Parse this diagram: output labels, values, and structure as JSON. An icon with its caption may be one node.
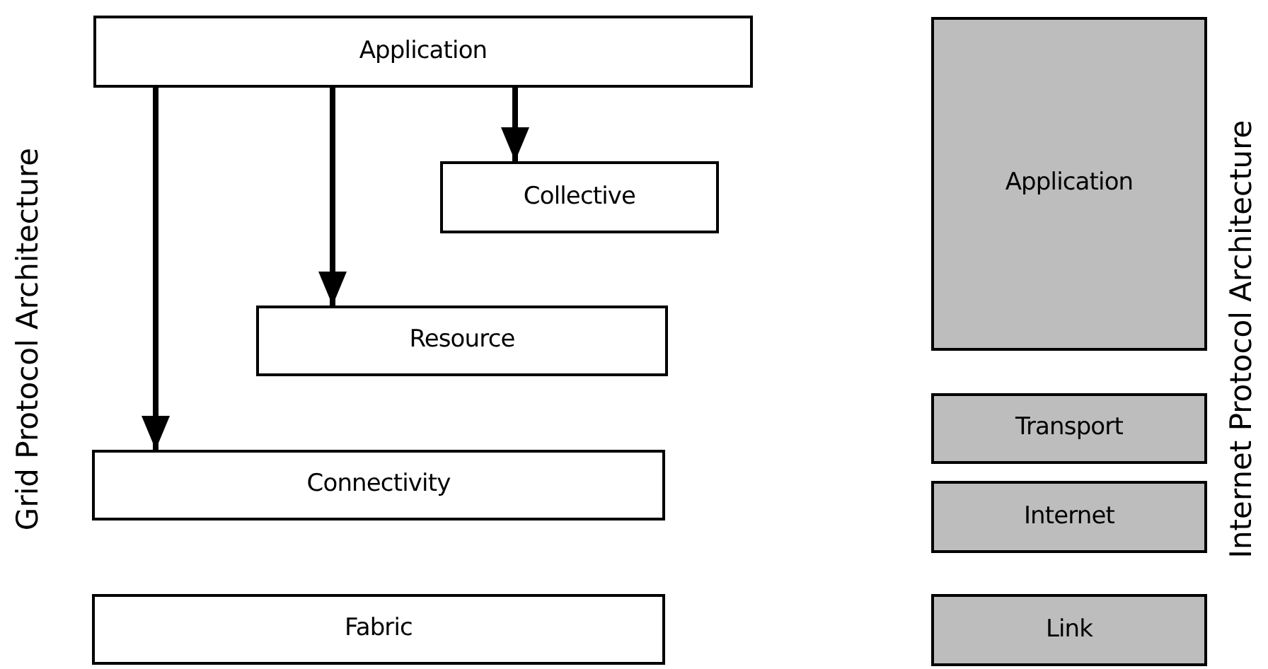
{
  "diagram": {
    "nodes": [
      {
        "text": [
          "Application"
        ]
      },
      {
        "text": [
          "Collective"
        ]
      },
      {
        "text": [
          "Resource"
        ]
      },
      {
        "text": [
          "Connectivity"
        ]
      },
      {
        "text": [
          "Fabric"
        ]
      },
      {
        "text": [
          "Application"
        ]
      },
      {
        "text": [
          "Transport"
        ]
      },
      {
        "text": [
          "Internet"
        ]
      },
      {
        "text": [
          "Link"
        ]
      }
    ],
    "edges": [
      {
        "from": 0,
        "to": 1,
        "arrow": "to"
      },
      {
        "from": 0,
        "to": 2,
        "arrow": "to"
      },
      {
        "from": 0,
        "to": 3,
        "arrow": "to"
      }
    ],
    "labels": [
      "Grid Protocol Architecture",
      "Internet Protocol Architecture"
    ]
  }
}
